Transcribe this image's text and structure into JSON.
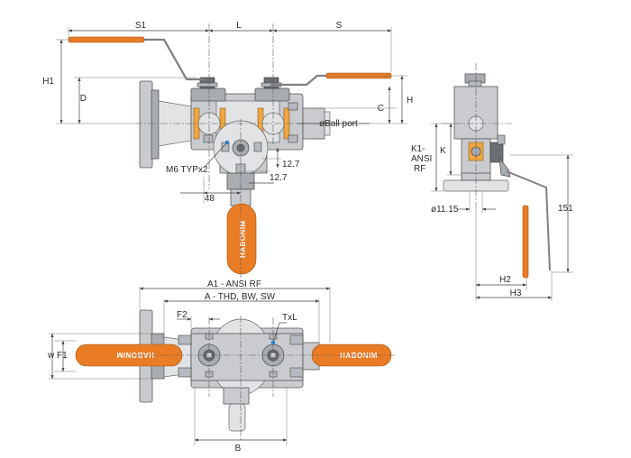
{
  "colors": {
    "handle": "#e97c25",
    "body": "#c9cbce",
    "seat": "#f0a640",
    "dimension_line": "#444444",
    "leader_dot": "#2d8ed8"
  },
  "front_view": {
    "dimensions": {
      "s1": "S1",
      "l": "L",
      "s": "S",
      "h1": "H1",
      "d": "D",
      "h": "H",
      "c": "C",
      "ball_port": "øBall port",
      "m6": "M6 TYPx2",
      "d_12_7_a": "12.7",
      "d_12_7_b": "12.7",
      "d_48": "48"
    },
    "brand_text": "HABONIM"
  },
  "side_view": {
    "dimensions": {
      "k1_line1": "K1-",
      "k1_line2": "ANSI",
      "k1_line3": "RF",
      "k": "K",
      "hole_dia": "ø11.15",
      "d_151": "151",
      "h2": "H2",
      "h3": "H3"
    }
  },
  "top_view": {
    "dimensions": {
      "a1": "A1 - ANSI RF",
      "a": "A - THD, BW, SW",
      "f2": "F2",
      "txl": "TxL",
      "w": "w",
      "f1": "F1",
      "b": "B"
    },
    "brand_left": "HABONIM",
    "brand_right": "HABONIM"
  }
}
